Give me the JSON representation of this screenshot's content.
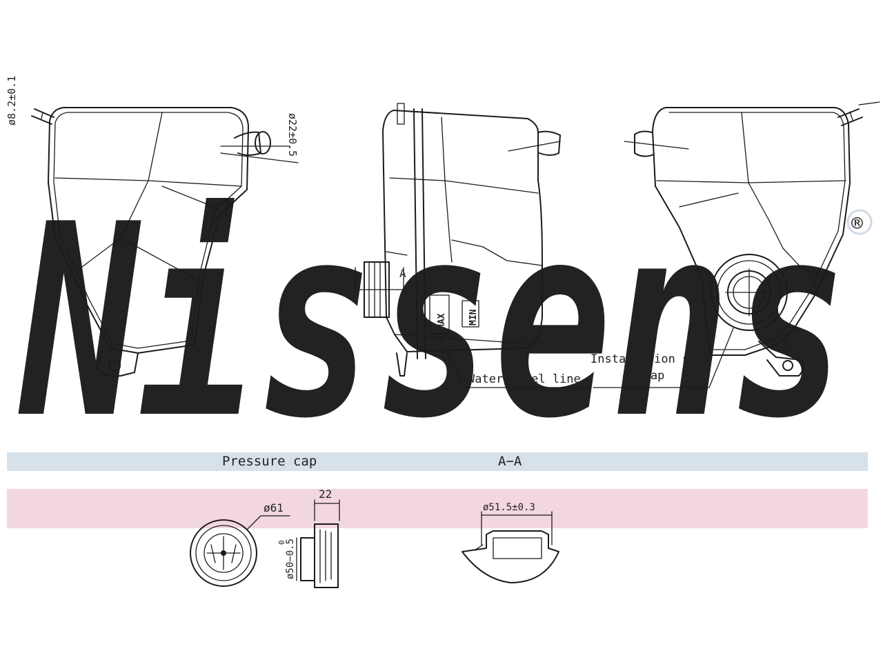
{
  "watermark": {
    "brand": "Nissens",
    "registered": "®",
    "color": "#cfdae5"
  },
  "bands": {
    "top_color": "#d6e1ea",
    "bottom_color": "#f3d7de"
  },
  "labels": {
    "water_level": "Water level line",
    "install_line1": "Installation site",
    "install_line2": "of cap",
    "section_marker": "A",
    "pressure_cap": "Pressure cap",
    "section_aa": "A−A"
  },
  "dimensions": {
    "left_hose": "ø8.2±0.1",
    "mid_hose": "ø22±0.5",
    "cap_diameter": "ø61",
    "cap_width": "22",
    "cap_inner": "ø50−0.5",
    "cap_inner_top": "0",
    "neck_diameter": "ø51.5±0.3"
  },
  "markings": {
    "max": "MAX",
    "min": "MIN"
  }
}
